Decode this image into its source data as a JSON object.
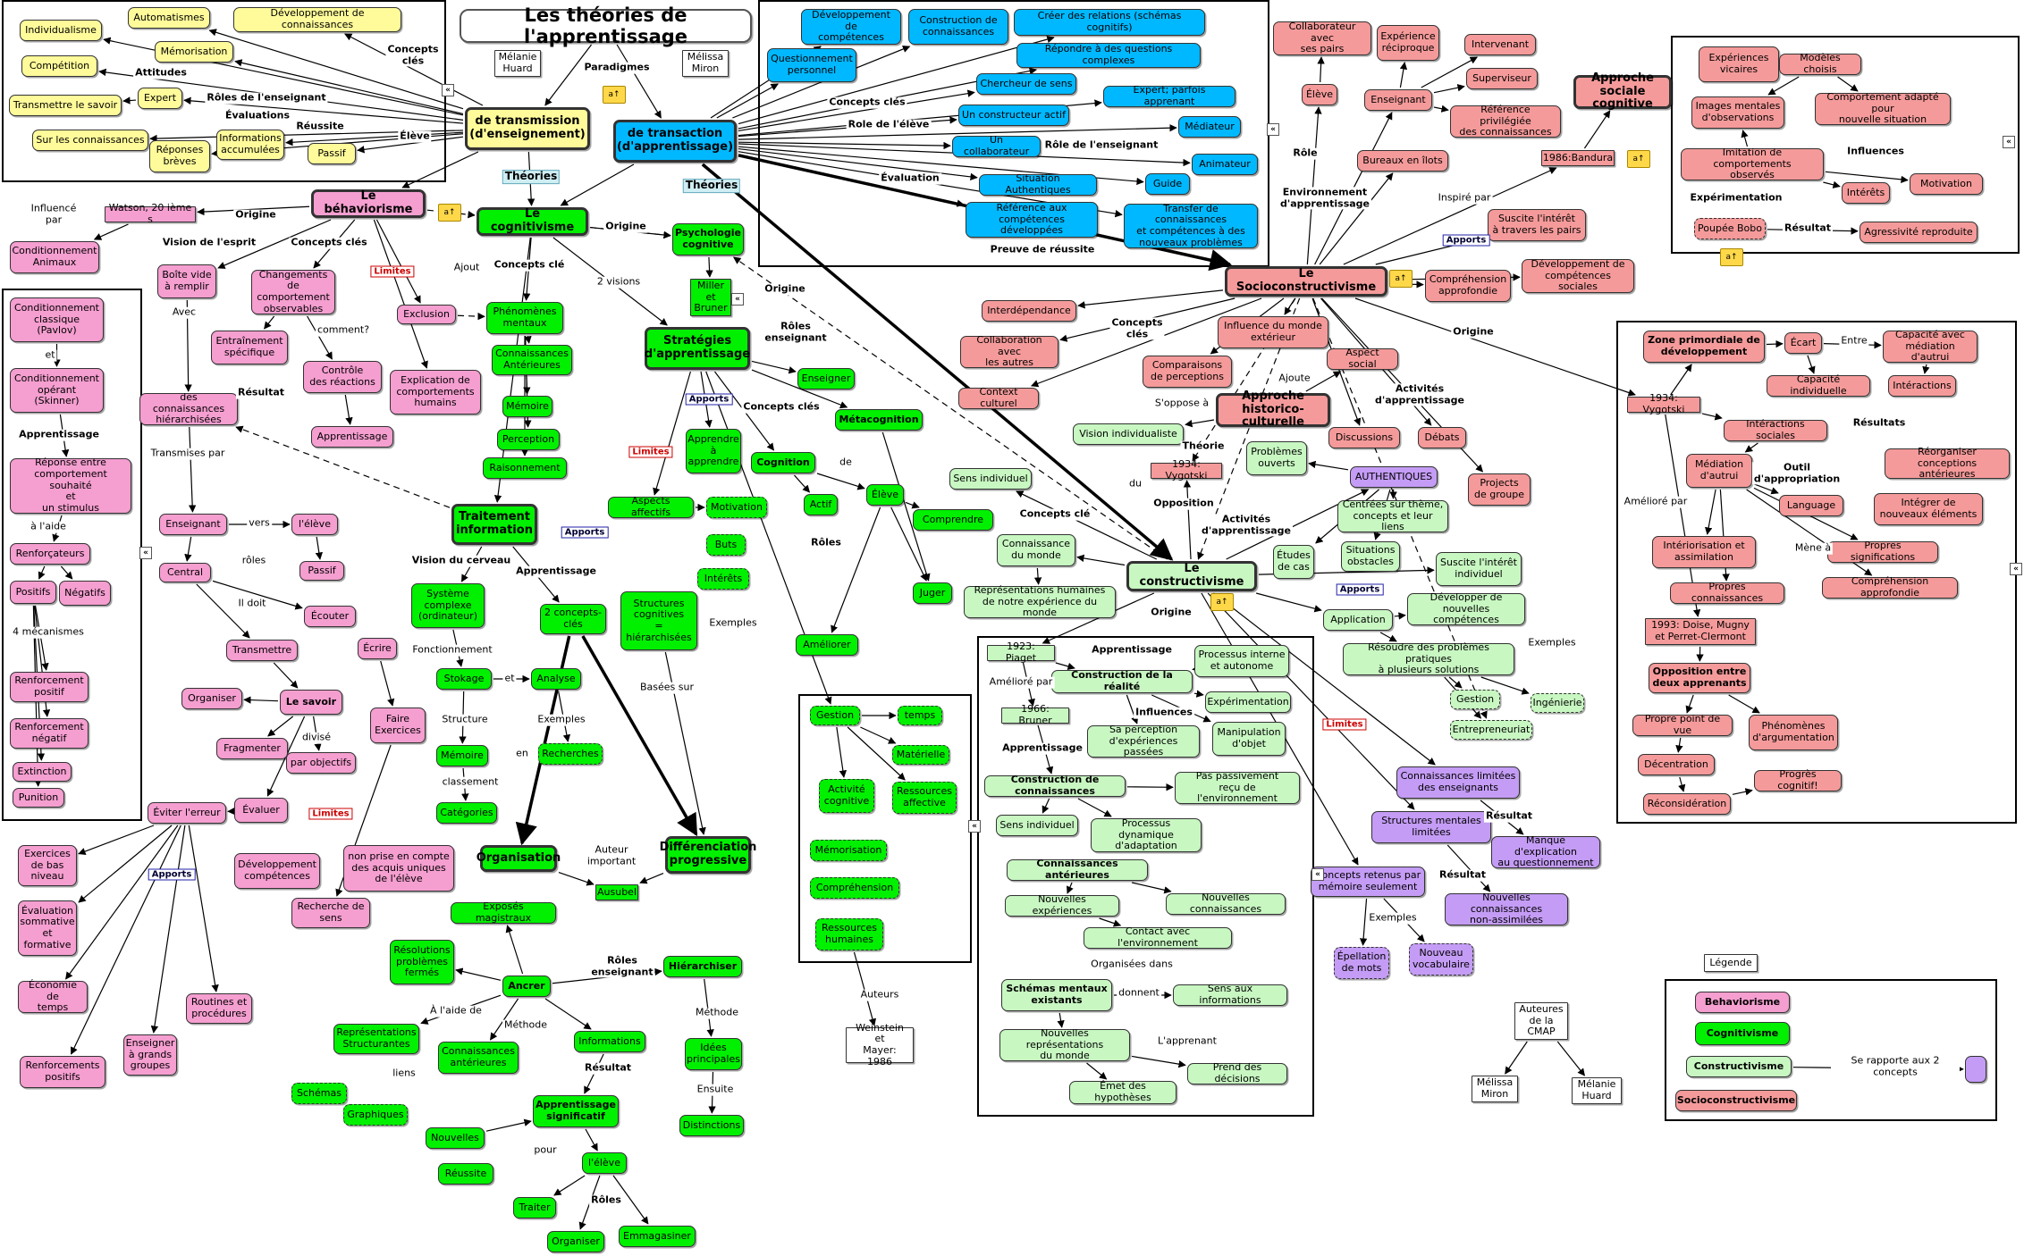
{
  "title": "Les théories de l'apprentissage",
  "authors_top": [
    "Mélanie\nHuard",
    "Mélissa\nMiron"
  ],
  "legend": {
    "title": "Légende",
    "items": [
      "Behaviorisme",
      "Cognitivisme",
      "Constructivisme",
      "Socioconstructivisme"
    ],
    "relation": "Se rapporte aux 2 concepts"
  },
  "authors_box": {
    "title": "Auteures\nde la\nCMAP",
    "names": [
      "Mélissa\nMiron",
      "Mélanie\nHuard"
    ]
  },
  "nodes": {
    "transmission": "de transmission\n(d'enseignement)",
    "transaction": "de transaction\n(d'apprentissage)",
    "behaviorisme": "Le béhaviorisme",
    "cognitivisme": "Le cognitivisme",
    "constructivisme": "Le constructivisme",
    "socioconstructivisme": "Le Socioconstructivisme",
    "tr_individualisme": "Individualisme",
    "tr_automatismes": "Automatismes",
    "tr_devconn": "Développement de connaissances",
    "tr_competition": "Compétition",
    "tr_memorisation": "Mémorisation",
    "tr_transmettre": "Transmettre le savoir",
    "tr_expert": "Expert",
    "tr_surconn": "Sur les connaissances",
    "tr_reponses": "Réponses\nbrèves",
    "tr_infos": "Informations\naccumulées",
    "tr_passif": "Passif",
    "ta_devcomp": "Développement de\ncompétences",
    "ta_constr": "Construction de\nconnaissances",
    "ta_relations": "Créer des relations (schémas cognitifs)",
    "ta_quest": "Questionnement\npersonnel",
    "ta_repondre": "Répondre à des questions complexes",
    "ta_chercheur": "Chercheur de sens",
    "ta_actif": "Un constructeur actif",
    "ta_collab": "Un collaborateur",
    "ta_expert": "Expert; parfois apprenant",
    "ta_mediateur": "Médiateur",
    "ta_animateur": "Animateur",
    "ta_guide": "Guide",
    "ta_situation": "Situation Authentiques",
    "ta_reference": "Référence aux\ncompétences développées",
    "ta_transfer": "Transfer de connaissances\net compétences à des\nnouveaux problèmes",
    "be_watson": "Watson, 20 ième s",
    "be_condani": "Conditionnement\nAnimaux",
    "be_condclass": "Conditionnement\nclassique\n(Pavlov)",
    "be_condop": "Conditionnement\nopérant\n(Skinner)",
    "be_reponse": "Réponse entre\ncomportement souhaité\net\nun stimulus",
    "be_renforcateurs": "Renforçateurs",
    "be_positifs": "Positifs",
    "be_negatifs": "Négatifs",
    "be_renfpos": "Renforcement\npositif",
    "be_renfneg": "Renforcement\nnégatif",
    "be_extinction": "Extinction",
    "be_punition": "Punition",
    "be_boite": "Boîte vide\nà remplir",
    "be_changements": "Changements de\ncomportement\nobservables",
    "be_entrainement": "Entraînement\nspécifique",
    "be_controle": "Contrôle\ndes réactions",
    "be_exclusion": "Exclusion",
    "be_explication": "Explication de\ncomportements\nhumains",
    "be_hierarchisees": "des connaissances\nhiérarchisées",
    "be_apprentissage": "Apprentissage",
    "be_enseignant": "Enseignant",
    "be_eleve": "l'élève",
    "be_central": "Central",
    "be_passif": "Passif",
    "be_ecouter": "Écouter",
    "be_transmettre": "Transmettre",
    "be_ecrire": "Écrire",
    "be_organiser": "Organiser",
    "be_savoir": "Le savoir",
    "be_fragmenter": "Fragmenter",
    "be_faire": "Faire\nExercices",
    "be_objectifs": "par objectifs",
    "be_eviter": "Éviter l'erreur",
    "be_evaluer": "Évaluer",
    "be_devcomp": "Développement\ncompétences",
    "be_nonprise": "non prise en compte\ndes acquis uniques\nde l'élève",
    "be_recherche": "Recherche de\nsens",
    "be_exercices": "Exercices\nde bas\nniveau",
    "be_evalsomm": "Évaluation\nsommative\net\nformative",
    "be_economie": "Économie de\ntemps",
    "be_renfpos2": "Renforcements\npositifs",
    "be_enseigner": "Enseigner\nà grands\ngroupes",
    "be_routines": "Routines et\nprocédures",
    "co_psycho": "Psychologie\ncognitive",
    "co_miller": "Miller\net\nBruner",
    "co_phenomenes": "Phénomènes\nmentaux",
    "co_connant": "Connaissances\nAntérieures",
    "co_memoire": "Mémoire",
    "co_perception": "Perception",
    "co_raisonnement": "Raisonnement",
    "co_strategies": "Stratégies\nd'apprentissage",
    "co_enseigner": "Enseigner",
    "co_apprendre": "Apprendre\nà\napprendre",
    "co_metacognition": "Métacognition",
    "co_cognition": "Cognition",
    "co_actif": "Actif",
    "co_eleve": "Élève",
    "co_comprendre": "Comprendre",
    "co_juger": "Juger",
    "co_ameliorer": "Améliorer",
    "co_aspects": "Aspects affectifs",
    "co_motivation": "Motivation",
    "co_buts": "Buts",
    "co_interets": "Intérêts",
    "co_traitement": "Traitement\ninformation",
    "co_systeme": "Système\ncomplexe\n(ordinateur)",
    "co_2concepts": "2 concepts-\nclés",
    "co_structures": "Structures\ncognitives\n=\nhiérarchisées",
    "co_stockage": "Stokage",
    "co_analyse": "Analyse",
    "co_memoire2": "Mémoire",
    "co_recherches": "Recherches",
    "co_categories": "Catégories",
    "co_organisation": "Organisation",
    "co_differenciation": "Différenciation\nprogressive",
    "co_ausubel": "Ausubel",
    "co_exposes": "Exposés magistraux",
    "co_resolutions": "Résolutions\nproblèmes\nfermés",
    "co_ancrer": "Ancrer",
    "co_hierarchiser": "Hiérarchiser",
    "co_representations": "Représentations\nStructurantes",
    "co_connant2": "Connaissances\nantérieures",
    "co_informations": "Informations",
    "co_idees": "Idées\nprincipales",
    "co_schemas": "Schémas",
    "co_graphiques": "Graphiques",
    "co_nouvelles": "Nouvelles",
    "co_apprsign": "Apprentissage\nsignificatif",
    "co_distinctions": "Distinctions",
    "co_reussite": "Réussite",
    "co_leleve": "l'élève",
    "co_traiter": "Traiter",
    "co_organiser": "Organiser",
    "co_emmagasiner": "Emmagasiner",
    "co_gestion": "Gestion",
    "co_temps": "temps",
    "co_materielle": "Matérielle",
    "co_activite": "Activité\ncognitive",
    "co_ressaff": "Ressources\naffective",
    "co_memorisation": "Mémorisation",
    "co_comprehension": "Compréhension",
    "co_resshum": "Ressources\nhumaines",
    "co_weinstein": "Weinstein\net\nMayer: 1986",
    "cs_sensind": "Sens individuel",
    "cs_connmonde": "Connaissance\ndu monde",
    "cs_reprhum": "Représentations humaines\nde notre expérience du monde",
    "cs_piaget": "1923: Piaget",
    "cs_bruner": "1966: Bruner",
    "cs_constrreal": "Construction de la réalité",
    "cs_processus": "Processus interne\net autonome",
    "cs_experimentation": "Expérimentation",
    "cs_saperception": "Sa perception\nd'expériences passées",
    "cs_manipulation": "Manipulation\nd'objet",
    "cs_constrconn": "Construction de connaissances",
    "cs_paspassif": "Pas passivement\nreçu de l'environnement",
    "cs_sensind2": "Sens individuel",
    "cs_procdyn": "Processus dynamique\nd'adaptation",
    "cs_connant": "Connaissances antérieures",
    "cs_nouvexp": "Nouvelles expériences",
    "cs_nouvconn": "Nouvelles connaissances",
    "cs_contact": "Contact avec l'environnement",
    "cs_schemas": "Schémas mentaux\nexistants",
    "cs_sensinfos": "Sens aux informations",
    "cs_nouvrepr": "Nouvelles représentations\ndu monde",
    "cs_decisions": "Prend des décisions",
    "cs_hypotheses": "Émet des hypothèses",
    "cs_vygotski": "1934: Vygotski",
    "cs_problemes": "Problèmes\nouverts",
    "cs_authentiques": "AUTHENTIQUES",
    "cs_centrees": "Centrées sur thème,\nconcepts et leur liens",
    "cs_etudes": "Études\nde cas",
    "cs_situations": "Situations\nobstacles",
    "cs_suscite": "Suscite l'intérêt\nindividuel",
    "cs_application": "Application",
    "cs_developper": "Développer de\nnouvelles compétences",
    "cs_resoudre": "Résoudre des problèmes pratiques\nà plusieurs solutions",
    "cs_gestion": "Gestion",
    "cs_ingenierie": "Ingénierie",
    "cs_entrepreneuriat": "Entrepreneuriat",
    "lim_connlimitees": "Connaissances limitées\ndes enseignants",
    "lim_structures": "Structures mentales\nlimitées",
    "lim_manque": "Manque d'explication\nau questionnement",
    "lim_concepts": "Concepts retenus par\nmémoire seulement",
    "lim_nouvconn": "Nouvelles connaissances\nnon-assimilées",
    "lim_epellation": "Épellation\nde mots",
    "lim_vocabulaire": "Nouveau\nvocabulaire",
    "so_collabpairs": "Collaborateur avec\nses pairs",
    "so_experience": "Expérience\nréciproque",
    "so_intervenant": "Intervenant",
    "so_eleve": "Élève",
    "so_enseignant": "Enseignant",
    "so_superviseur": "Superviseur",
    "so_reference": "Référence privilégiée\ndes connaissances",
    "so_bureaux": "Bureaux en îlots",
    "so_approchesoc": "Approche sociale\ncognitive",
    "so_bandura": "1986:Bandura",
    "so_suscite": "Suscite l'intérêt\nà travers les pairs",
    "so_comprehension": "Compréhension\napprofondie",
    "so_devcomp": "Développement de\ncompétences sociales",
    "so_interdependance": "Interdépendance",
    "so_collabautres": "Collaboration avec\nles autres",
    "so_influence": "Influence du monde\nextérieur",
    "so_aspectsocial": "Aspect social",
    "so_comparaisons": "Comparaisons\nde perceptions",
    "so_contexte": "Context culturel",
    "so_vision": "Vision individualiste",
    "so_approchehist": "Approche\nhistorico-culturelle",
    "so_discussions": "Discussions",
    "so_debats": "Débats",
    "so_projets": "Projects\nde groupe",
    "so_experiences": "Expériences\nvicaires",
    "so_modeles": "Modèles choisis",
    "so_images": "Images mentales\nd'observations",
    "so_comportement": "Comportement adapté pour\nnouvelle situation",
    "so_imitation": "Imitation de comportements\nobservés",
    "so_interets": "Intérêts",
    "so_motivation": "Motivation",
    "so_poupee": "Poupée Bobo",
    "so_agressivite": "Agressivité reproduite",
    "so_zone": "Zone primordiale de\ndéveloppement",
    "so_ecart": "Écart",
    "so_capacite": "Capacité avec\nmédiation d'autrui",
    "so_capind": "Capacité individuelle",
    "so_interactions": "Intéractions",
    "so_vygotski": "1934: Vygotski",
    "so_intersoc": "Intéractions sociales",
    "so_mediation": "Médiation\nd'autrui",
    "so_reorganiser": "Réorganiser conceptions\nantérieures",
    "so_langage": "Language",
    "so_integrer": "Intégrer de\nnouveaux éléments",
    "so_interiorisation": "Intériorisation et\nassimilation",
    "so_propres": "Propres significations",
    "so_propresconn": "Propres connaissances",
    "so_comprappr": "Compréhension approfondie",
    "so_doise": "1993: Doise, Mugny\net Perret-Clermont",
    "so_opposition": "Opposition entre\ndeux apprenants",
    "so_propre": "Propre point de vue",
    "so_phenomenes": "Phénomènes\nd'argumentation",
    "so_decentration": "Décentration",
    "so_progres": "Progrès cognitif!",
    "so_reconsideration": "Réconsidération"
  },
  "labels": {
    "paradigmes": "Paradigmes",
    "concepts_cles": "Concepts\nclés",
    "attitudes": "Attitudes",
    "roles_ens": "Rôles de l'enseignant",
    "evaluations": "Évaluations",
    "reussite": "Réussite",
    "eleve": "Élève",
    "theories": "Théories",
    "theories2": "Théories",
    "concepts_cles2": "Concepts clés",
    "role_eleve": "Role de l'élève",
    "role_enseignant": "Rôle de l'enseignant",
    "evaluation": "Évaluation",
    "preuve": "Preuve de réussite",
    "influence_par": "Influencé\npar",
    "origine": "Origine",
    "vision_esprit": "Vision de l'esprit",
    "concepts_cles3": "Concepts clés",
    "avec": "Avec",
    "et": "et",
    "apprentissage": "Apprentissage",
    "a_laide": "à l'aide",
    "quatre_mec": "4 mécanismes",
    "comment": "comment?",
    "resultat": "Résultat",
    "ajout": "Ajout",
    "transmises": "Transmises par",
    "vers": "vers",
    "roles": "rôles",
    "il_doit": "Il doit",
    "divise": "divisé",
    "origine2": "Origine",
    "concepts_cle": "Concepts clé",
    "deux_visions": "2 visions",
    "roles_enseignant": "Rôles\nenseignant",
    "origine3": "Origine",
    "concepts_cles4": "Concepts clés",
    "de": "de",
    "roles2": "Rôles",
    "vision_cerveau": "Vision du cerveau",
    "apprentissage2": "Apprentissage",
    "fonctionnement": "Fonctionnement",
    "et2": "et",
    "structure": "Structure",
    "exemples": "Exemples",
    "en": "en",
    "classement": "classement",
    "basees_sur": "Basées sur",
    "exemples2": "Exemples",
    "auteur": "Auteur\nimportant",
    "roles_ens2": "Rôles\nenseignant",
    "a_laide_de": "À l'aide de",
    "methode": "Méthode",
    "liens": "liens",
    "resultat2": "Résultat",
    "methode2": "Méthode",
    "ensuite": "Ensuite",
    "pour": "pour",
    "roles3": "Rôles",
    "auteurs": "Auteurs",
    "concepts_cle2": "Concepts clé",
    "du": "du",
    "origine4": "Origine",
    "ameliore": "Amélioré par",
    "apprentissage3": "Apprentissage",
    "influences": "Influences",
    "apprentissage4": "Apprentissage",
    "organisees": "Organisées dans",
    "donnent": "donnent",
    "lapprenant": "L'apprenant",
    "theorie": "Théorie",
    "opposition": "Opposition",
    "activites": "Activités\nd'apprentissage",
    "exemples3": "Exemples",
    "resultat3": "Résultat",
    "resultat4": "Résultat",
    "exemples4": "Exemples",
    "role": "Rôle",
    "environnement": "Environnement\nd'apprentissage",
    "inspire": "Inspiré par",
    "concepts_cles5": "Concepts\nclés",
    "ajoute": "Ajoute",
    "soppose": "S'oppose à",
    "activites2": "Activités\nd'apprentissage",
    "origine5": "Origine",
    "influences2": "Influences",
    "experimentation": "Expérimentation",
    "resultat5": "Résultat",
    "entre": "Entre",
    "resultats": "Résultats",
    "outil": "Outil\nd'appropriation",
    "mene": "Mène à",
    "ameliore2": "Amélioré par"
  },
  "tags": {
    "limites1": "Limites",
    "limites2": "Limites",
    "limites3": "Limites",
    "limites4": "Limites",
    "apports1": "Apports",
    "apports2": "Apports",
    "apports3": "Apports",
    "apports4": "Apports",
    "apports5": "Apports"
  }
}
